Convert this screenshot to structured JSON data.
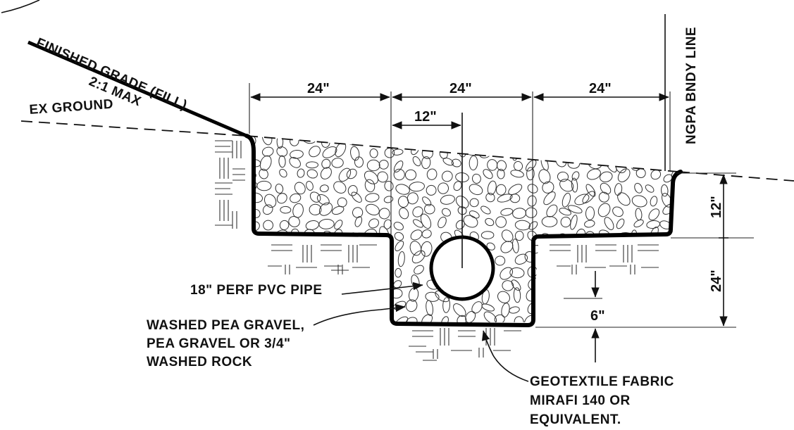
{
  "labels": {
    "finished_grade": "FINISHED GRADE (FILL)",
    "slope": "2:1 MAX",
    "ex_ground": "EX GROUND",
    "boundary": "NGPA BNDY LINE",
    "pipe": "18\" PERF PVC PIPE",
    "gravel": [
      "WASHED PEA GRAVEL,",
      "PEA GRAVEL OR 3/4\"",
      "WASHED ROCK"
    ],
    "fabric": [
      "GEOTEXTILE FABRIC",
      "MIRAFI 140 OR",
      "EQUIVALENT."
    ]
  },
  "dimensions": {
    "top_left": "24\"",
    "top_mid": "24\"",
    "top_right": "24\"",
    "pipe_offset": "12\"",
    "right_upper": "12\"",
    "right_lower": "24\"",
    "bottom_gap": "6\""
  }
}
